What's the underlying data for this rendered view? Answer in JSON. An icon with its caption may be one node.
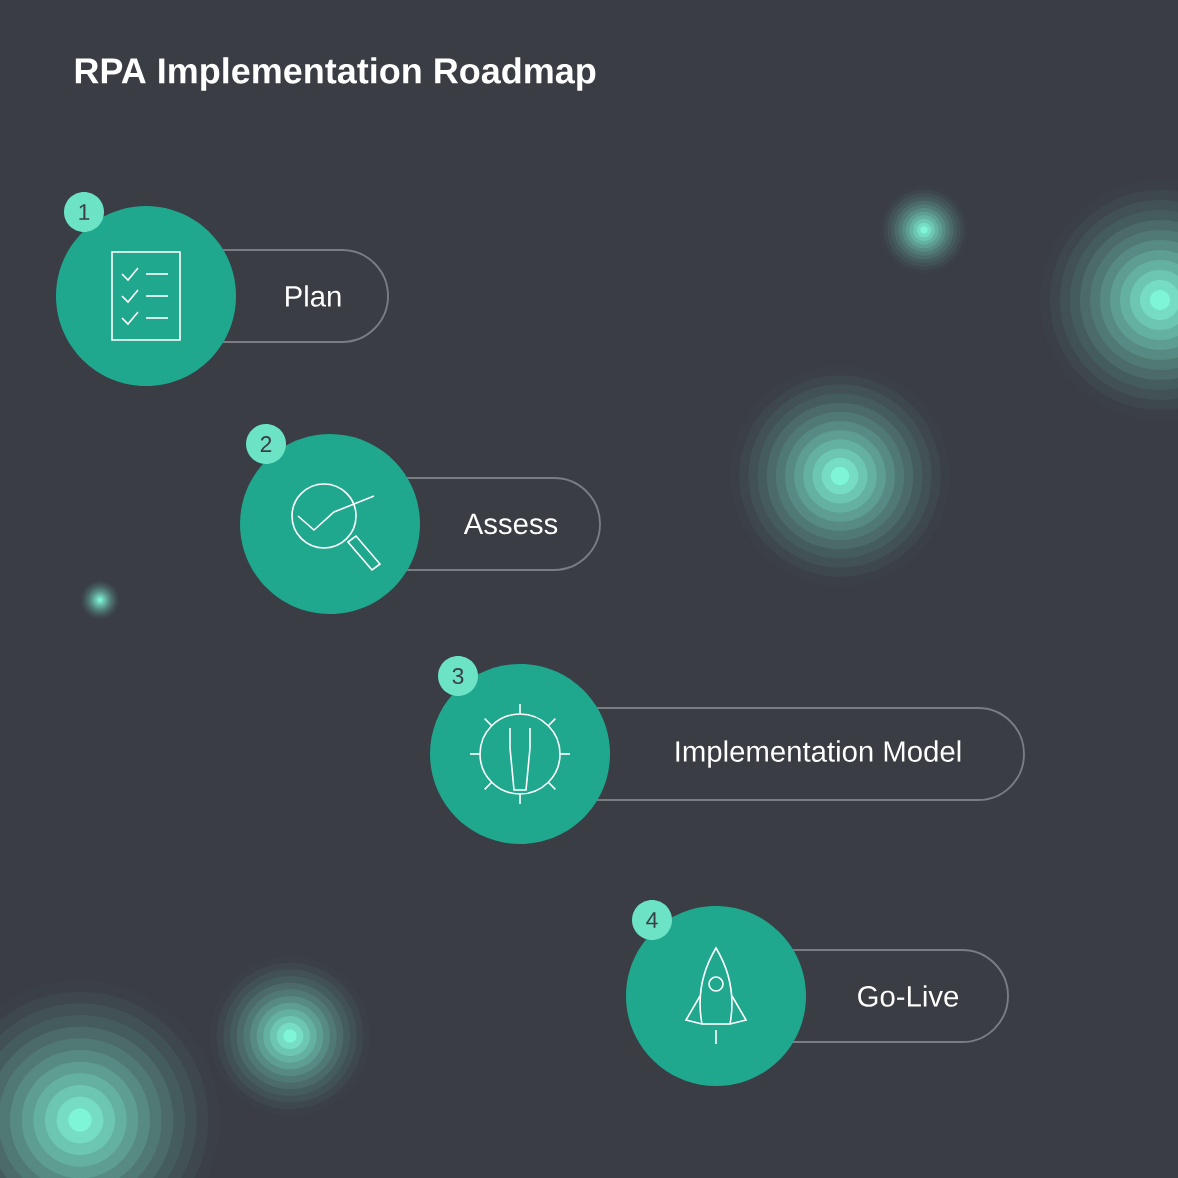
{
  "diagram": {
    "title": "RPA Implementation Roadmap",
    "nodes": [
      {
        "text": [],
        "shape": "circle"
      },
      {
        "text": [
          "1"
        ]
      },
      {
        "text": [
          "Plan"
        ]
      },
      {
        "text": [],
        "shape": "circle"
      },
      {
        "text": [
          "2"
        ]
      },
      {
        "text": [
          "Assess"
        ]
      },
      {
        "text": [],
        "shape": "circle"
      },
      {
        "text": [
          "3"
        ]
      },
      {
        "text": [
          "Implementation Model"
        ]
      },
      {
        "text": [],
        "shape": "circle"
      },
      {
        "text": [
          "4"
        ]
      },
      {
        "text": [
          "Go-Live"
        ]
      }
    ]
  }
}
